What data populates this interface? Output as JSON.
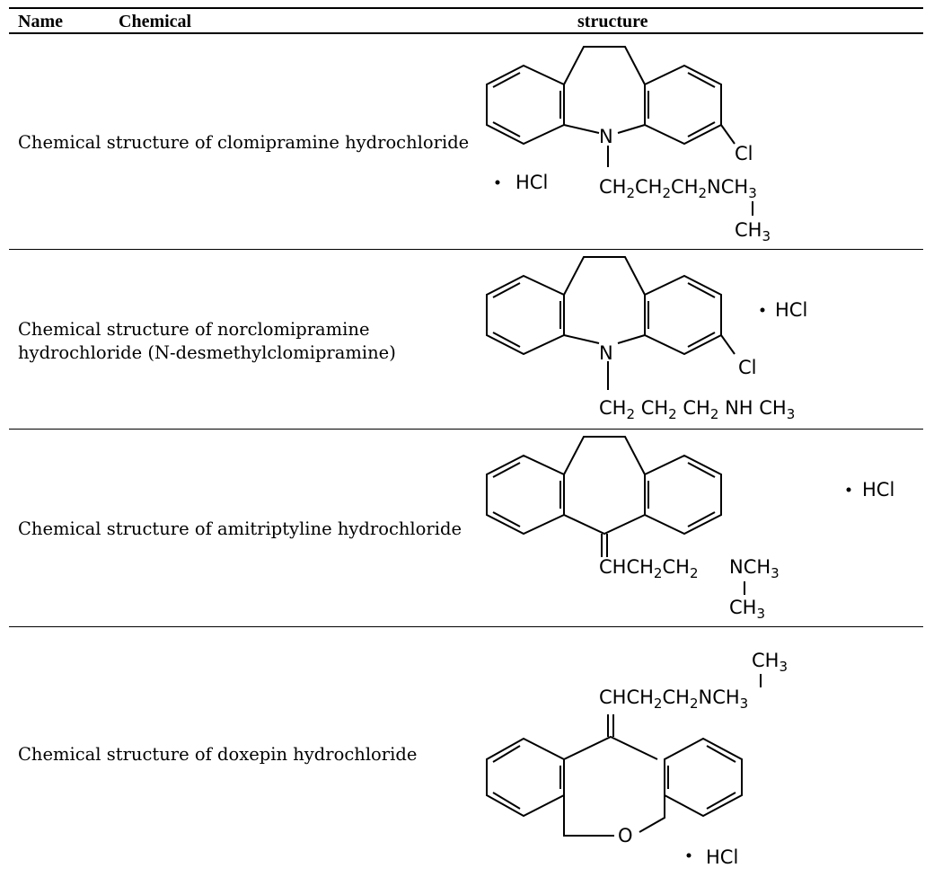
{
  "table": {
    "headers": {
      "name": "Name",
      "chemical": "Chemical",
      "structure": "structure"
    },
    "rows": [
      {
        "chemical_lines": [
          "Chemical  structure of clomipramine  hydrochloride"
        ],
        "structure": {
          "heteroatom": "N",
          "substituent": "Cl",
          "salt": "HCl",
          "chain_parts": [
            "CH",
            "2",
            "CH",
            "2",
            "CH",
            "2",
            "NCH",
            "3"
          ],
          "methyl_parts": [
            "CH",
            "3"
          ]
        }
      },
      {
        "chemical_lines": [
          "Chemical  structure of norclomipramine",
          "hydrochloride (N-desmethylclomipramine)"
        ],
        "structure": {
          "heteroatom": "N",
          "substituent": "Cl",
          "salt": "HCl",
          "chain_parts": [
            "CH",
            "2",
            " CH",
            "2",
            " CH",
            "2",
            " NH CH",
            "3"
          ]
        }
      },
      {
        "chemical_lines": [
          "Chemical  structure of amitriptyline hydrochloride"
        ],
        "structure": {
          "salt": "HCl",
          "chain_parts": [
            "CHCH",
            "2",
            "CH",
            "2"
          ],
          "amine_parts": [
            "NCH",
            "3"
          ],
          "methyl_parts": [
            "CH",
            "3"
          ]
        }
      },
      {
        "chemical_lines": [
          "Chemical  structure of doxepin hydrochloride"
        ],
        "structure": {
          "heteroatom": "O",
          "salt": "HCl",
          "chain_parts": [
            "CHCH",
            "2",
            "CH",
            "2",
            "NCH",
            "3"
          ],
          "methyl_parts": [
            "CH",
            "3"
          ]
        }
      }
    ]
  }
}
